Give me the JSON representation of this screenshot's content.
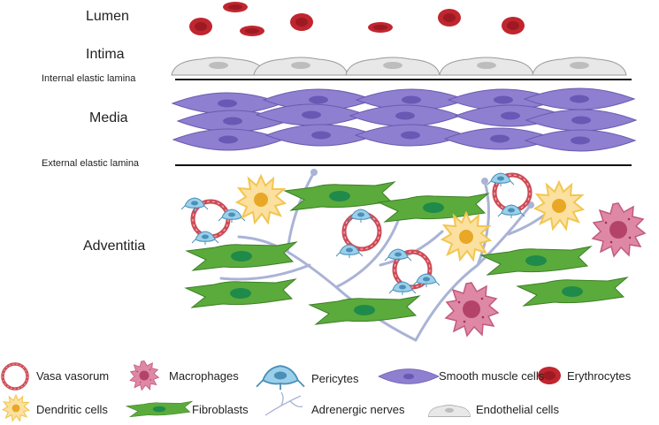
{
  "layers": {
    "lumen": "Lumen",
    "intima": "Intima",
    "internal_lamina": "Internal elastic lamina",
    "media": "Media",
    "external_lamina": "External elastic lamina",
    "adventitia": "Adventitia"
  },
  "legend": {
    "vasa_vasorum": "Vasa vasorum",
    "macrophages": "Macrophages",
    "pericytes": "Pericytes",
    "smooth_muscle": "Smooth muscle cells",
    "erythrocytes": "Erythrocytes",
    "dendritic": "Dendritic cells",
    "fibroblasts": "Fibroblasts",
    "nerves": "Adrenergic nerves",
    "endothelial": "Endothelial cells"
  },
  "colors": {
    "erythrocyte": "#c0262f",
    "endothelial": "#e6e6e6",
    "smooth_muscle": "#8f7fd0",
    "fibroblast": "#5aab3c",
    "vasa_vasorum": "#cd4a55",
    "macrophage": "#d16d8c",
    "dendritic": "#f2c650",
    "pericyte": "#88c4e0",
    "nerve": "#aab3d6"
  }
}
